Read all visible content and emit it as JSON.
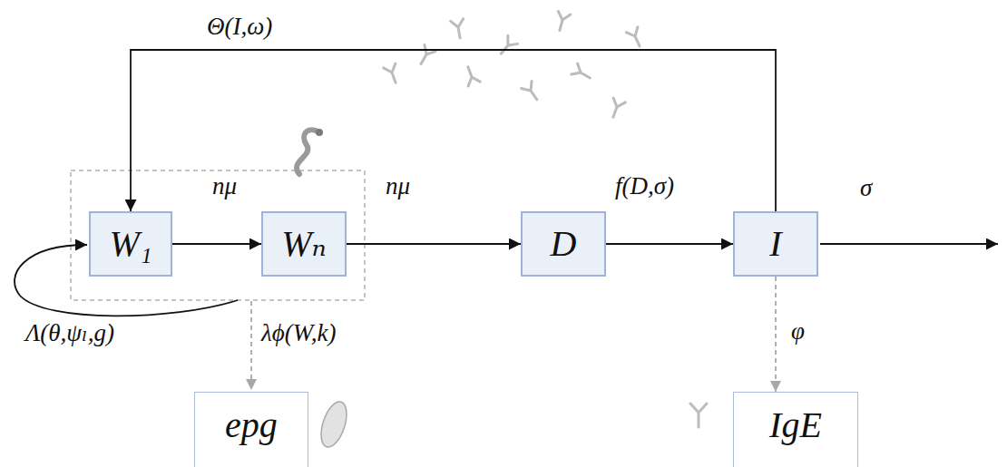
{
  "diagram": {
    "nodes": [
      {
        "text": [
          "W₁"
        ]
      },
      {
        "text": [
          "Wₙ"
        ]
      },
      {
        "text": [
          "D"
        ]
      },
      {
        "text": [
          "I"
        ]
      },
      {
        "text": [
          "epg"
        ]
      },
      {
        "text": [
          "IgE"
        ]
      }
    ],
    "edges": [
      {
        "from": 0,
        "to": 1,
        "label": "nμ",
        "arrow": "to"
      },
      {
        "from": 1,
        "to": 2,
        "label": "nμ",
        "arrow": "to"
      },
      {
        "from": 2,
        "to": 3,
        "label": "f(D,σ)",
        "arrow": "to"
      },
      {
        "from": 3,
        "to": 0,
        "label": "Θ(I,ω)",
        "arrow": "to"
      },
      {
        "from": 3,
        "to": 5,
        "label": "φ",
        "arrow": "to"
      }
    ],
    "labels": [
      "Λ(θ,ψₗ,g)",
      "λϕ(W,k)",
      "σ"
    ]
  }
}
